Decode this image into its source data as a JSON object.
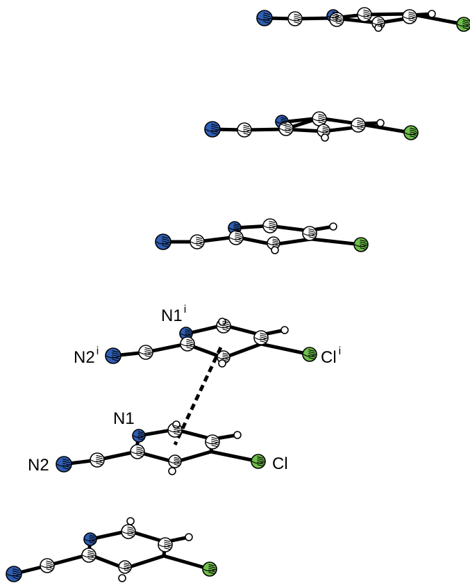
{
  "colors": {
    "nitrogen": "#2f5fb5",
    "chlorine": "#6fbf4b",
    "carbon": "#ffffff",
    "hydrogen": "#ffffff",
    "bond": "#000000",
    "background": "#ffffff"
  },
  "labels": {
    "n1_i": {
      "main": "N1",
      "sup": "i"
    },
    "n2_i": {
      "main": "N2",
      "sup": "i"
    },
    "cl_i": {
      "main": "Cl",
      "sup": "i"
    },
    "n1": {
      "main": "N1"
    },
    "n2": {
      "main": "N2"
    },
    "cl": {
      "main": "Cl"
    }
  },
  "molecule_count": 6
}
